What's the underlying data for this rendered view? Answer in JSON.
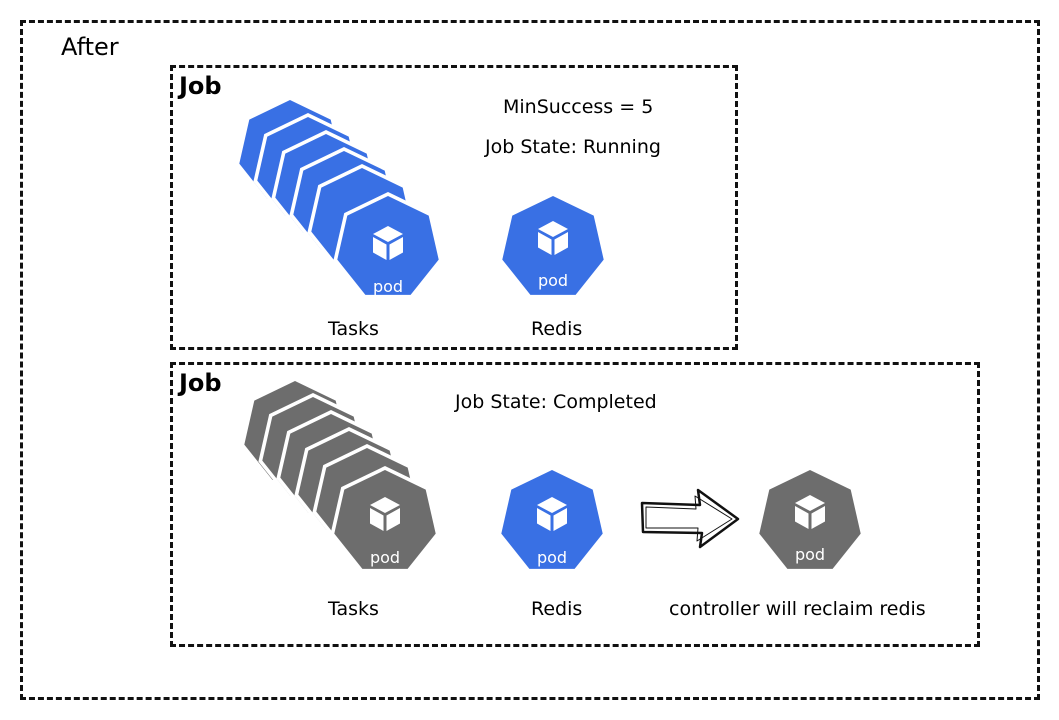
{
  "title": "After",
  "colors": {
    "running": "#3970e4",
    "completed": "#6d6d6d",
    "pod_fill_border": "#ffffff"
  },
  "icons": {
    "pod": "kubernetes-pod-icon",
    "arrow": "hollow-right-arrow-icon"
  },
  "job_running": {
    "title": "Job",
    "min_success": "MinSuccess = 5",
    "state": "Job State: Running",
    "tasks_label": "Tasks",
    "redis_label": "Redis",
    "pod_text": "pod"
  },
  "job_completed": {
    "title": "Job",
    "state": "Job State: Completed",
    "tasks_label": "Tasks",
    "redis_label": "Redis",
    "reclaim_label": "controller will reclaim redis",
    "pod_text": "pod"
  }
}
